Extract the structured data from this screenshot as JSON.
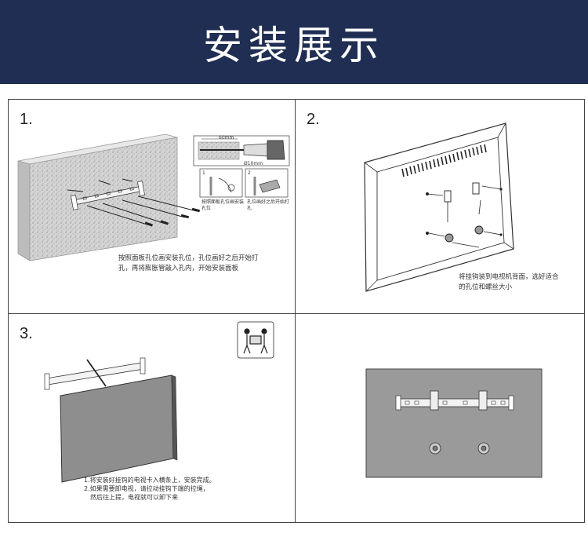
{
  "header": {
    "title": "安装展示"
  },
  "steps": {
    "s1": {
      "number": "1.",
      "caption": "按照面板孔位画安装孔位，孔位画好之后开始打孔，再将膨胀管敲入孔内，开始安装面板",
      "dim_depth": "60mm",
      "dim_diameter": "Ø10mm",
      "sub1_num": "1",
      "sub1_text": "按照面板孔位画安装孔位",
      "sub2_num": "2",
      "sub2_text": "孔位画好之后开始打孔"
    },
    "s2": {
      "number": "2.",
      "caption": "将挂钩装到电视机背面，选好适合的孔位和螺丝大小"
    },
    "s3": {
      "number": "3.",
      "caption_lines": [
        "1.将安装好挂钩的电视卡入横条上，安装完成。",
        "2.如果需要卸电视，请拉动挂钩下端的拉绳，",
        "然后往上提，电视就可以卸下来"
      ]
    }
  },
  "colors": {
    "header_bg": "#1f2e52",
    "wall": "#d9d9d9",
    "tv_gray": "#888888",
    "line": "#333333"
  }
}
